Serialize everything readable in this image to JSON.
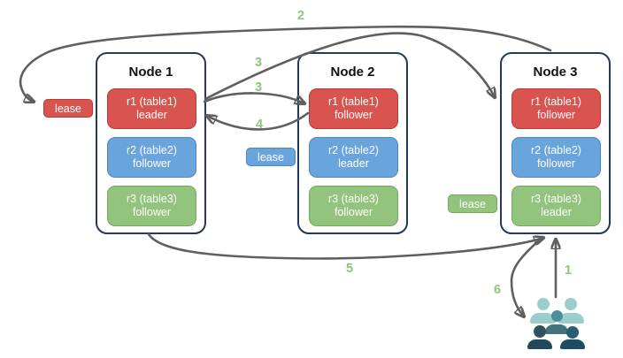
{
  "nodes": [
    {
      "title": "Node 1",
      "replicas": [
        {
          "name": "r1 (table1)",
          "role": "leader",
          "color": "red"
        },
        {
          "name": "r2 (table2)",
          "role": "follower",
          "color": "blue"
        },
        {
          "name": "r3 (table3)",
          "role": "follower",
          "color": "green"
        }
      ]
    },
    {
      "title": "Node 2",
      "replicas": [
        {
          "name": "r1 (table1)",
          "role": "follower",
          "color": "red"
        },
        {
          "name": "r2 (table2)",
          "role": "leader",
          "color": "blue"
        },
        {
          "name": "r3 (table3)",
          "role": "follower",
          "color": "green"
        }
      ]
    },
    {
      "title": "Node 3",
      "replicas": [
        {
          "name": "r1 (table1)",
          "role": "follower",
          "color": "red"
        },
        {
          "name": "r2 (table2)",
          "role": "follower",
          "color": "blue"
        },
        {
          "name": "r3 (table3)",
          "role": "leader",
          "color": "green"
        }
      ]
    }
  ],
  "leases": {
    "red": "lease",
    "blue": "lease",
    "green": "lease"
  },
  "steps": {
    "s1": "1",
    "s2": "2",
    "s3a": "3",
    "s3b": "3",
    "s4": "4",
    "s5": "5",
    "s6": "6"
  },
  "icons": {
    "clients": "users-group-icon"
  },
  "colors": {
    "replica_red": "#d9534f",
    "replica_blue": "#6aa4dd",
    "replica_green": "#93c47d",
    "node_border": "#24395e",
    "arrow": "#5f5f5f",
    "step_label": "#8dc57b",
    "clients_light": "#9acecd",
    "clients_medium": "#4f8e98",
    "clients_dark": "#20495c"
  }
}
